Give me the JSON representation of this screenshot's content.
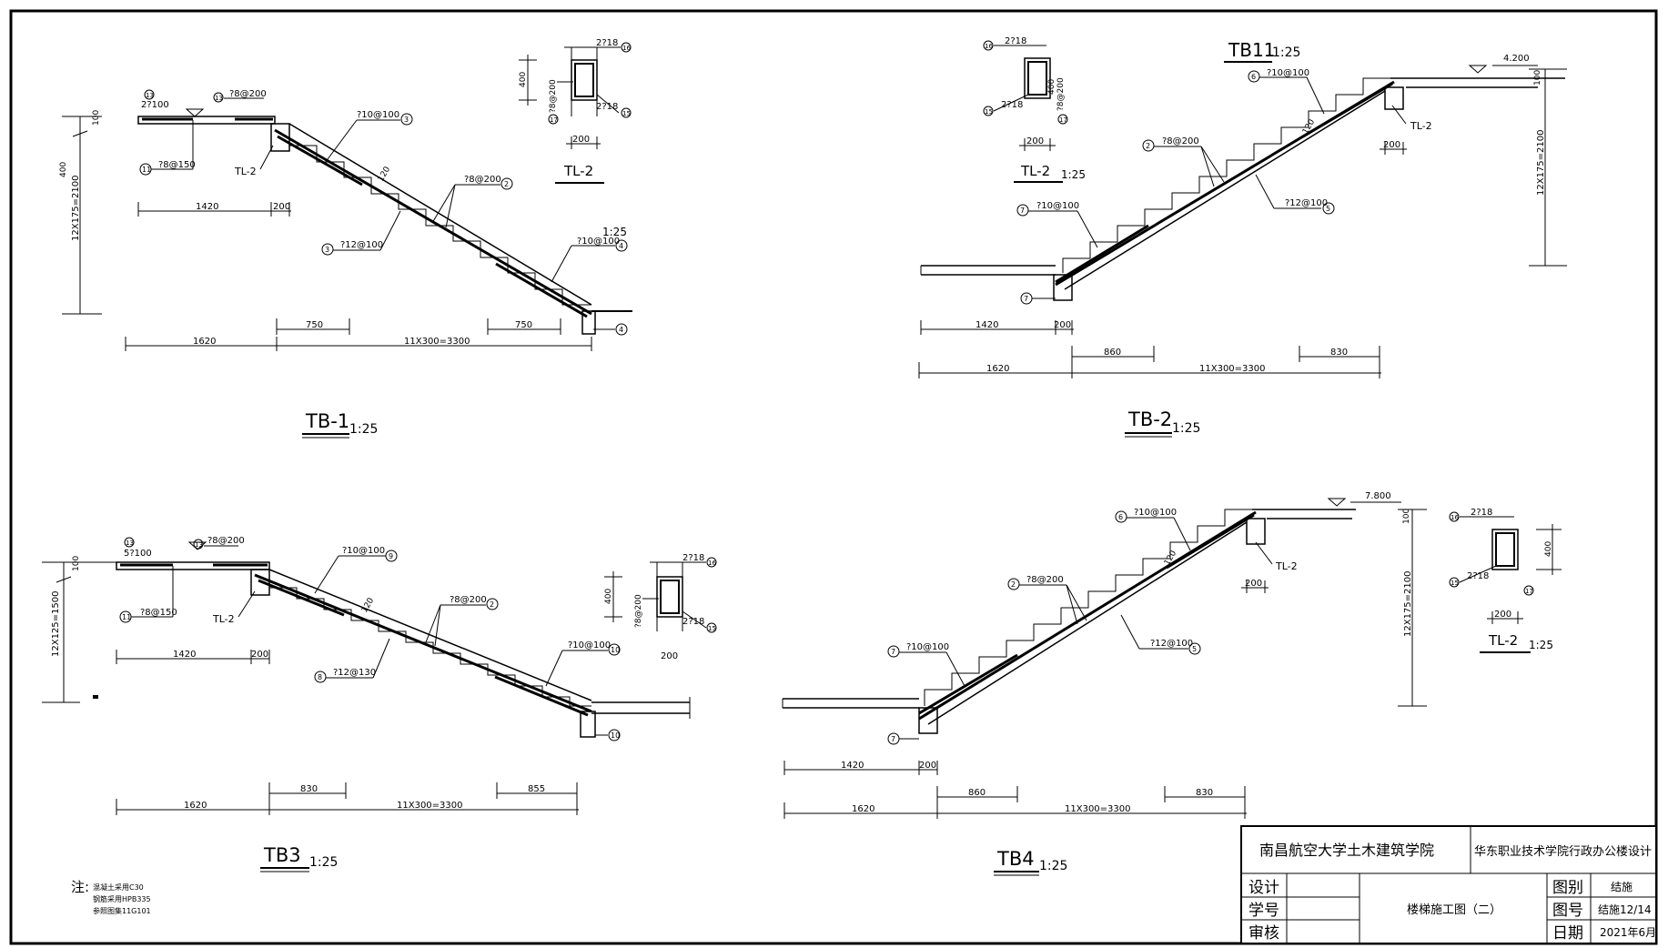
{
  "drawings": {
    "tb1": {
      "title": "TB-1",
      "scale": "1:25",
      "vertical_dim": "12X175=2100",
      "small_dims": [
        "100",
        "400"
      ],
      "top_bars": [
        {
          "mark": "13",
          "text": "?8@200"
        },
        {
          "mark": "13",
          "text": "?8@200"
        }
      ],
      "landing_top": "2?100",
      "bottom_bar": {
        "mark": "11",
        "text": "?8@150"
      },
      "beam": "TL-2",
      "labels": [
        {
          "mark": "3",
          "text": "?10@100"
        },
        {
          "mark": "2",
          "text": "?8@200"
        },
        {
          "mark": "3",
          "text": "?12@100"
        },
        {
          "mark": "4",
          "text": "?10@100"
        },
        {
          "mark": "4",
          "text": ""
        }
      ],
      "thickness": "120",
      "scale_note": "1:25",
      "dims_row1": [
        "1420",
        "200"
      ],
      "dims_row2": [
        "750",
        "750"
      ],
      "dims_row3": [
        "1620",
        "11X300=3300"
      ]
    },
    "tb2": {
      "title": "TB-2",
      "scale": "1:25",
      "title_top": "TB11",
      "title_top_scale": "1:25",
      "elevation": "4.200",
      "vertical_dim": "12X175=2100",
      "small_dims": [
        "100"
      ],
      "beam": "TL-2",
      "labels": [
        {
          "mark": "6",
          "text": "?10@100"
        },
        {
          "mark": "2",
          "text": "?8@200"
        },
        {
          "mark": "5",
          "text": "?12@100"
        },
        {
          "mark": "7",
          "text": "?10@100"
        },
        {
          "mark": "7",
          "text": ""
        }
      ],
      "thickness": "120",
      "dims_row1": [
        "1420",
        "200"
      ],
      "dims_row2": [
        "860",
        "830"
      ],
      "dims_row3": [
        "1620",
        "11X300=3300"
      ],
      "dim_beam": "200"
    },
    "tb3": {
      "title": "TB3",
      "scale": "1:25",
      "vertical_dim": "12X125=1500",
      "small_dims": [
        "100"
      ],
      "top_bars": [
        {
          "mark": "13",
          "text": "?8@200"
        },
        {
          "mark": "13",
          "text": "?8@200"
        }
      ],
      "landing_top": "5?100",
      "bottom_bar": {
        "mark": "11",
        "text": "?8@150"
      },
      "beam": "TL-2",
      "labels": [
        {
          "mark": "9",
          "text": "?10@100"
        },
        {
          "mark": "2",
          "text": "?8@200"
        },
        {
          "mark": "8",
          "text": "?12@130"
        },
        {
          "mark": "10",
          "text": "?10@100"
        },
        {
          "mark": "10",
          "text": ""
        }
      ],
      "thickness": "120",
      "dims_row1": [
        "1420",
        "200"
      ],
      "dims_row2": [
        "830",
        "855"
      ],
      "dims_row3": [
        "1620",
        "11X300=3300"
      ],
      "stray": "200"
    },
    "tb4": {
      "title": "TB4",
      "scale": "1:25",
      "elevation": "7.800",
      "vertical_dim": "12X175=2100",
      "small_dims": [
        "100"
      ],
      "beam": "TL-2",
      "labels": [
        {
          "mark": "6",
          "text": "?10@100"
        },
        {
          "mark": "2",
          "text": "?8@200"
        },
        {
          "mark": "5",
          "text": "?12@100"
        },
        {
          "mark": "7",
          "text": "?10@100"
        },
        {
          "mark": "7",
          "text": ""
        }
      ],
      "thickness": "120",
      "dims_row1": [
        "1420",
        "200"
      ],
      "dims_row2": [
        "860",
        "830"
      ],
      "dims_row3": [
        "1620",
        "11X300=3300"
      ],
      "dim_beam": "200"
    }
  },
  "sections": {
    "s1": {
      "title": "TL-2",
      "scale": "",
      "top": "2?18",
      "bottom": "2?18",
      "marks": [
        "16",
        "15",
        "17"
      ],
      "height": "400",
      "side": "?8@200",
      "width": "200"
    },
    "s2": {
      "title": "TL-2",
      "scale": "1:25",
      "top": "2?18",
      "bottom": "2?18",
      "marks": [
        "16",
        "15",
        "17"
      ],
      "height": "400",
      "side": "?8@200",
      "width": "200"
    },
    "s3": {
      "title": "",
      "scale": "",
      "top": "2?18",
      "bottom": "2?18",
      "marks": [
        "16",
        "15"
      ],
      "height": "400",
      "side": "?8@200",
      "width": ""
    },
    "s4": {
      "title": "TL-2",
      "scale": "1:25",
      "top": "2?18",
      "bottom": "2?18",
      "marks": [
        "16",
        "15",
        "17"
      ],
      "height": "400",
      "side": "",
      "width": "200"
    }
  },
  "notes": {
    "label": "注:",
    "lines": [
      "混凝土采用C30",
      "钢筋采用HPB335",
      "参照图集11G101"
    ]
  },
  "title_block": {
    "school": "南昌航空大学土木建筑学院",
    "project": "华东职业技术学院行政办公楼设计",
    "design_label": "设计",
    "student_no_label": "学号",
    "review_label": "审核",
    "drawing_name": "楼梯施工图（二）",
    "category_label": "图别",
    "category_value": "结施",
    "number_label": "图号",
    "number_value": "结施12/14",
    "date_label": "日期",
    "date_value": "2021年6月"
  }
}
